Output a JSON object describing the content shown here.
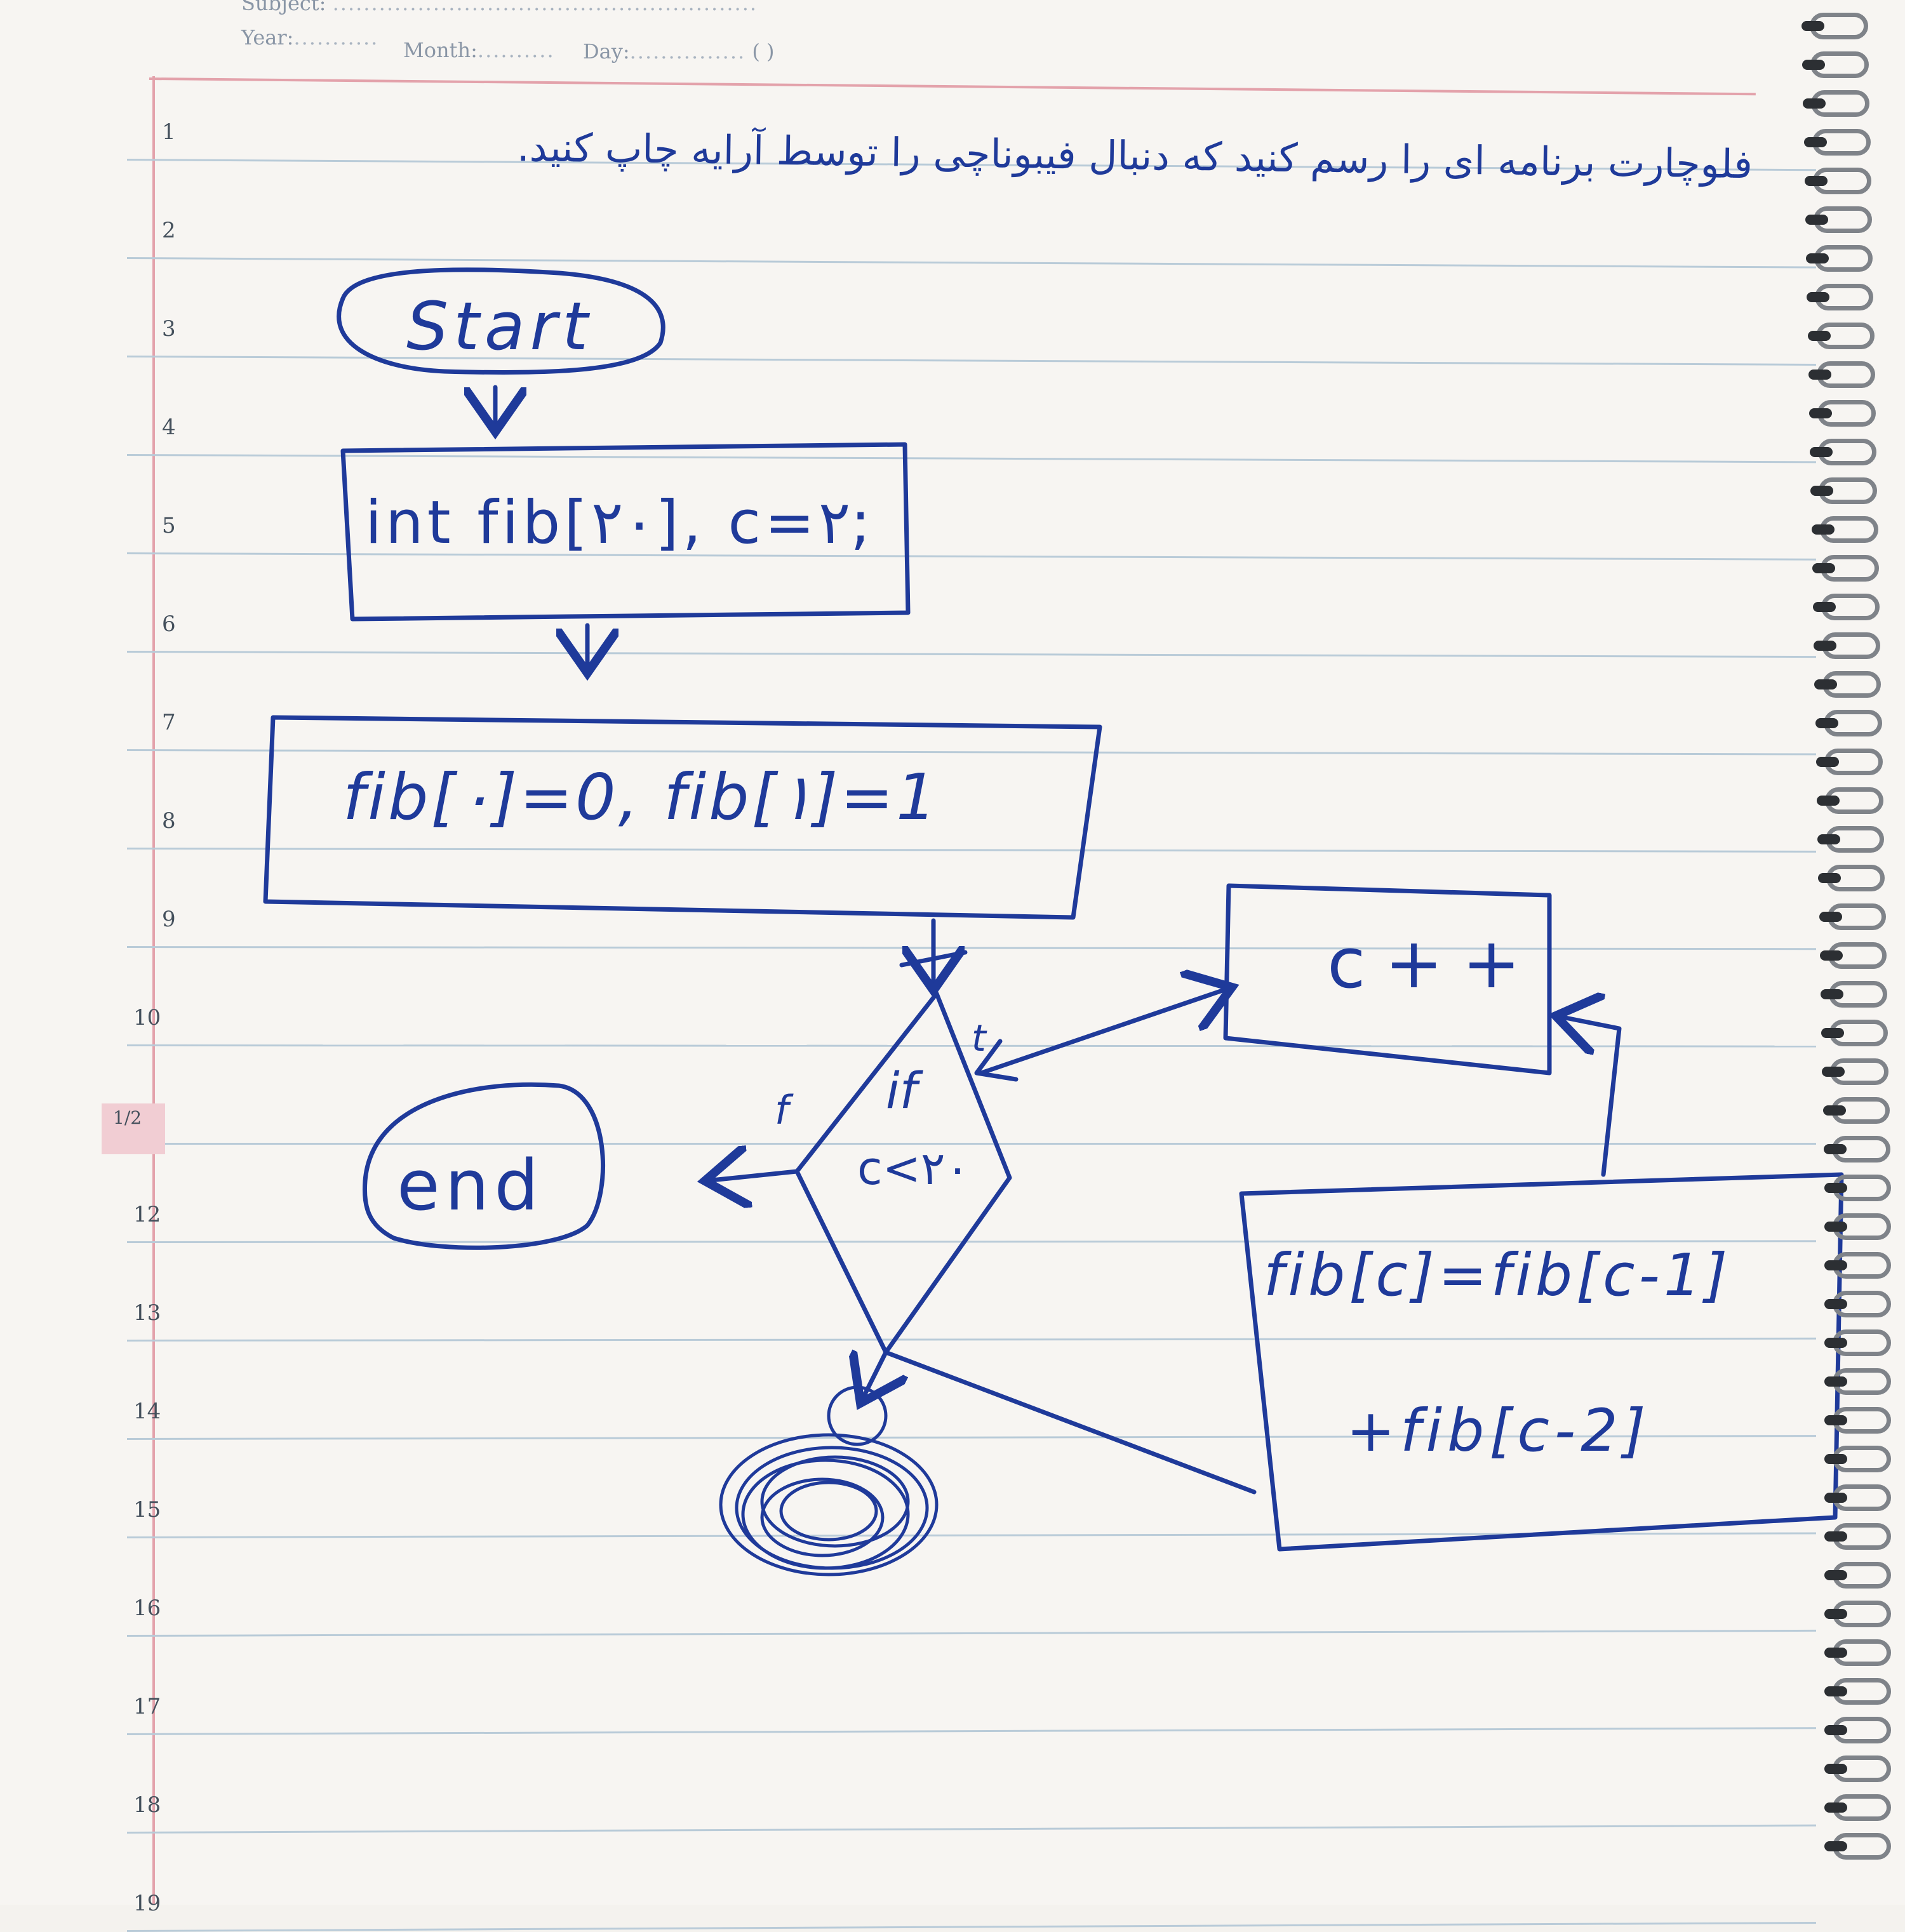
{
  "header": {
    "subject_label": "Subject:",
    "year_label": "Year:",
    "month_label": "Month:",
    "day_label": "Day:",
    "day_paren": "( )"
  },
  "page": {
    "line_numbers": [
      "1",
      "2",
      "3",
      "4",
      "5",
      "6",
      "7",
      "8",
      "9",
      "10",
      "11",
      "12",
      "13",
      "14",
      "15",
      "16",
      "17",
      "18",
      "19"
    ],
    "half_mark": "1/2",
    "title_text": "فلوچارت برنامه ای را رسم کنید که دنبال فیبوناچی را توسط آرایه چاپ کنید."
  },
  "flowchart": {
    "start_label": "Start",
    "declare_label": "int fib[۲۰], c=۲;",
    "init_label": "fib[۰]=0, fib[۱]=1",
    "condition_label_line1": "if",
    "condition_label_line2": "c<۲۰",
    "false_label": "f",
    "true_label": "t",
    "increment_label": "c++",
    "end_label": "end",
    "compute_line1": "fib[c]=fib[c-1]",
    "compute_line2": "+fib[c-2]"
  },
  "colors": {
    "ink": "#1f3a9a",
    "ruled_line": "#b9cbd8",
    "margin_line": "#e3a2ab",
    "paper": "#f7f5f2"
  }
}
